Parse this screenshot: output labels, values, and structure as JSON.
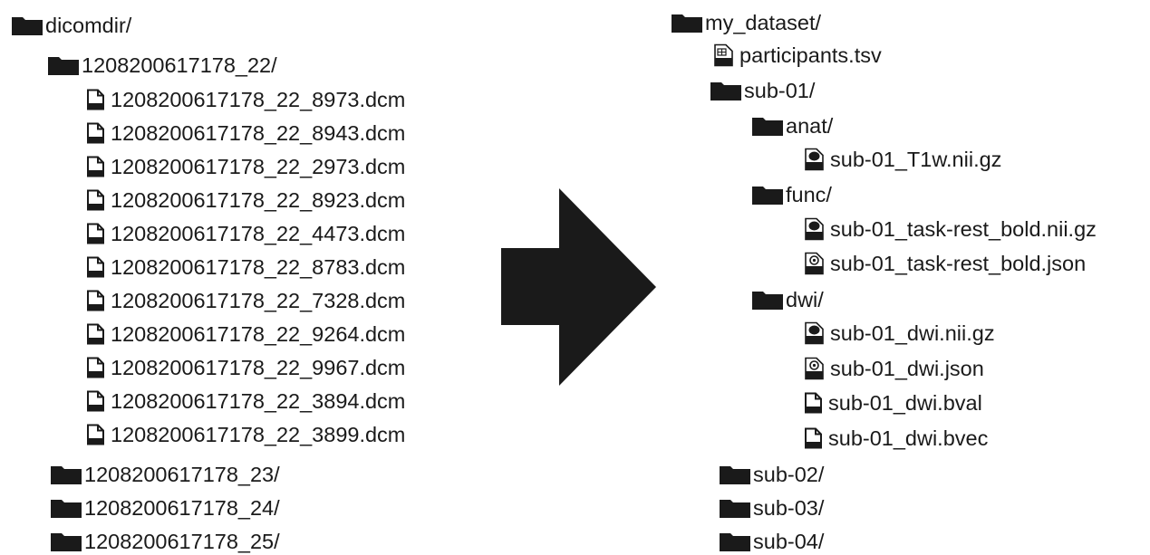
{
  "left_tree": [
    {
      "kind": "folder",
      "label": "dicomdir/"
    },
    {
      "kind": "folder",
      "label": "1208200617178_22/"
    },
    {
      "kind": "file",
      "label": "1208200617178_22_8973.dcm"
    },
    {
      "kind": "file",
      "label": "1208200617178_22_8943.dcm"
    },
    {
      "kind": "file",
      "label": "1208200617178_22_2973.dcm"
    },
    {
      "kind": "file",
      "label": "1208200617178_22_8923.dcm"
    },
    {
      "kind": "file",
      "label": "1208200617178_22_4473.dcm"
    },
    {
      "kind": "file",
      "label": "1208200617178_22_8783.dcm"
    },
    {
      "kind": "file",
      "label": "1208200617178_22_7328.dcm"
    },
    {
      "kind": "file",
      "label": "1208200617178_22_9264.dcm"
    },
    {
      "kind": "file",
      "label": "1208200617178_22_9967.dcm"
    },
    {
      "kind": "file",
      "label": "1208200617178_22_3894.dcm"
    },
    {
      "kind": "file",
      "label": "1208200617178_22_3899.dcm"
    },
    {
      "kind": "folder",
      "label": "1208200617178_23/"
    },
    {
      "kind": "folder",
      "label": "1208200617178_24/"
    },
    {
      "kind": "folder",
      "label": "1208200617178_25/"
    }
  ],
  "right_tree": [
    {
      "kind": "folder",
      "label": "my_dataset/"
    },
    {
      "kind": "file-tsv",
      "label": "participants.tsv",
      "badge": "TSV"
    },
    {
      "kind": "folder",
      "label": "sub-01/"
    },
    {
      "kind": "folder",
      "label": "anat/"
    },
    {
      "kind": "file-nifti",
      "label": "sub-01_T1w.nii.gz",
      "badge": "NIfTI"
    },
    {
      "kind": "folder",
      "label": "func/"
    },
    {
      "kind": "file-nifti",
      "label": "sub-01_task-rest_bold.nii.gz",
      "badge": "NIfTI"
    },
    {
      "kind": "file-json",
      "label": "sub-01_task-rest_bold.json",
      "badge": "JSON"
    },
    {
      "kind": "folder",
      "label": "dwi/"
    },
    {
      "kind": "file-nifti",
      "label": "sub-01_dwi.nii.gz",
      "badge": "NIfTI"
    },
    {
      "kind": "file-json",
      "label": "sub-01_dwi.json",
      "badge": "JSON"
    },
    {
      "kind": "file",
      "label": "sub-01_dwi.bval"
    },
    {
      "kind": "file",
      "label": "sub-01_dwi.bvec"
    },
    {
      "kind": "folder",
      "label": "sub-02/"
    },
    {
      "kind": "folder",
      "label": "sub-03/"
    },
    {
      "kind": "folder",
      "label": "sub-04/"
    }
  ],
  "colors": {
    "icon": "#1a1a1a",
    "text": "#1a1a1a",
    "background": "#ffffff"
  },
  "arrow_icon": "right-arrow-icon"
}
